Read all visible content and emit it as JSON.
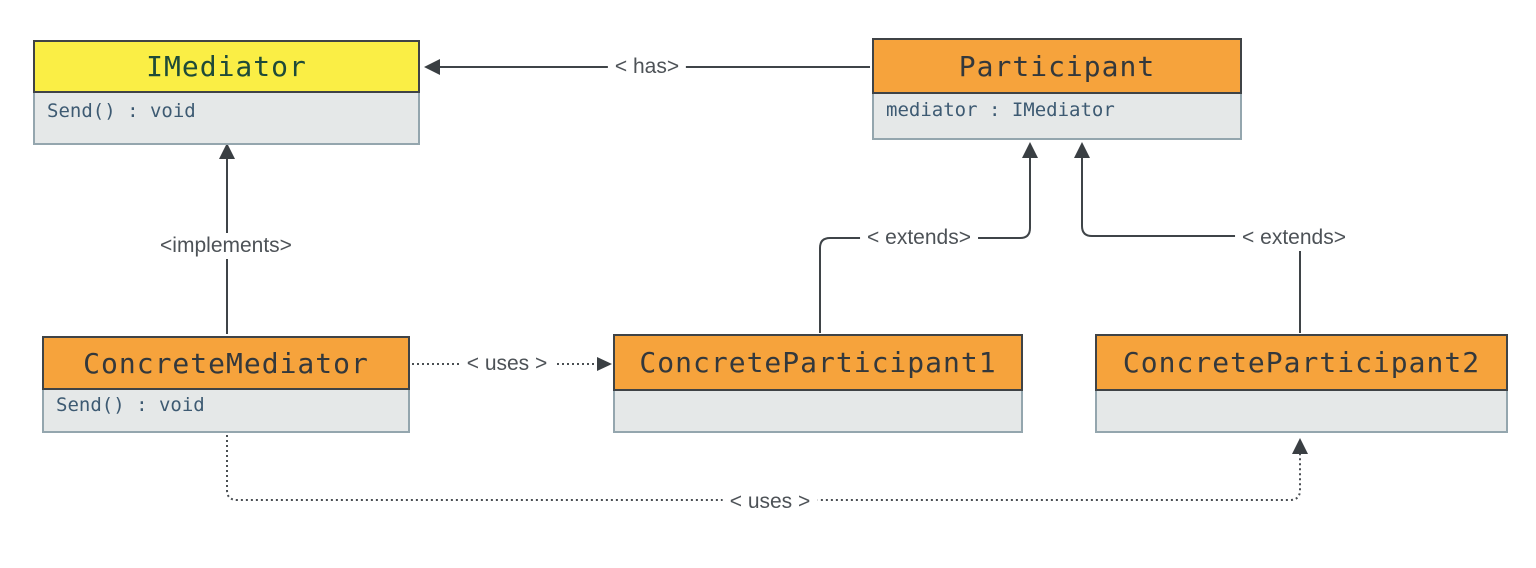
{
  "diagram_type": "uml-class-diagram",
  "classes": [
    {
      "name": "IMediator",
      "members": [
        "Send() : void"
      ],
      "header_bg": "#FAEE45",
      "title_color": "#1E4B38"
    },
    {
      "name": "Participant",
      "members": [
        "mediator : IMediator"
      ],
      "header_bg": "#F6A33C",
      "title_color": "#33383C"
    },
    {
      "name": "ConcreteMediator",
      "members": [
        "Send() : void"
      ],
      "header_bg": "#F6A33C",
      "title_color": "#33383C"
    },
    {
      "name": "ConcreteParticipant1",
      "members": [],
      "header_bg": "#F6A33C",
      "title_color": "#33383C"
    },
    {
      "name": "ConcreteParticipant2",
      "members": [],
      "header_bg": "#F6A33C",
      "title_color": "#33383C"
    }
  ],
  "connectors": [
    {
      "label": "< has>",
      "from": "Participant",
      "to": "IMediator",
      "style": "solid-arrow"
    },
    {
      "label": "<implements>",
      "from": "ConcreteMediator",
      "to": "IMediator",
      "style": "solid-arrow"
    },
    {
      "label": "< extends>",
      "from": "ConcreteParticipant1",
      "to": "Participant",
      "style": "solid-arrow"
    },
    {
      "label": "< extends>",
      "from": "ConcreteParticipant2",
      "to": "Participant",
      "style": "solid-arrow"
    },
    {
      "label": "< uses >",
      "from": "ConcreteMediator",
      "to": "ConcreteParticipant1",
      "style": "dotted-arrow"
    },
    {
      "label": "< uses >",
      "from": "ConcreteMediator",
      "to": "ConcreteParticipant2",
      "style": "dotted-arrow"
    }
  ],
  "colors": {
    "interface_header": "#FAEE45",
    "class_header": "#F6A33C",
    "body_background": "#E5E8E8",
    "header_border": "#3F4346",
    "body_border": "#94A6AE",
    "line": "#3F4448",
    "label_text": "#4D5257",
    "interface_title_text": "#1E4B38",
    "class_title_text": "#33383C",
    "member_text": "#3D5A72"
  }
}
